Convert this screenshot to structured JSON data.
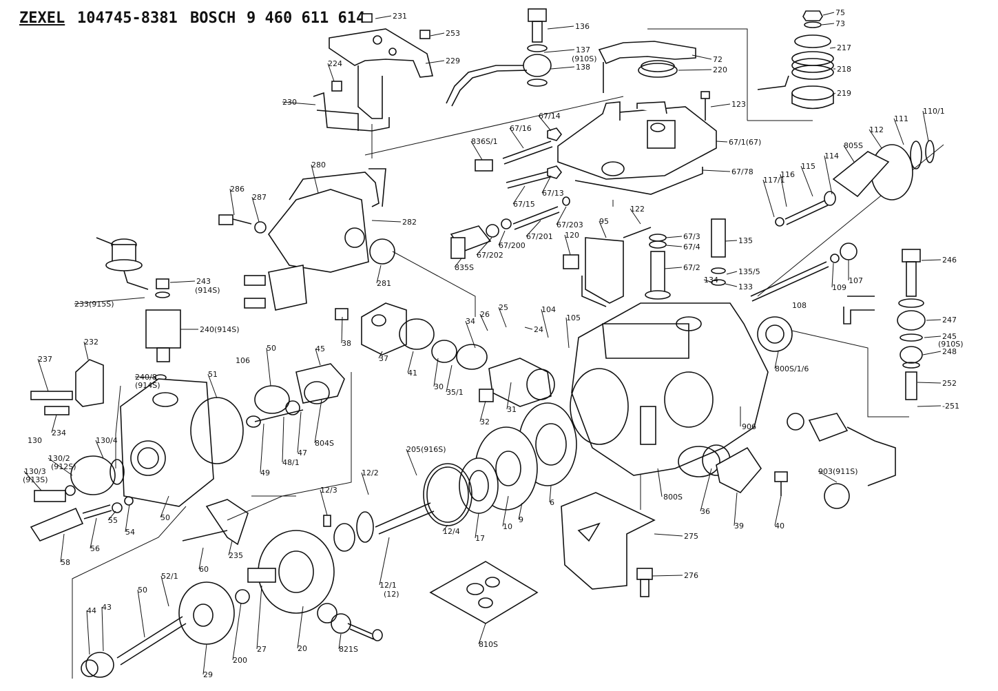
{
  "header": {
    "brand1": "ZEXEL",
    "code1": "104745-8381",
    "brand2": "BOSCH",
    "code2": "9 460 611 614"
  },
  "labels": [
    {
      "id": "231",
      "text": "231"
    },
    {
      "id": "253",
      "text": "253"
    },
    {
      "id": "229",
      "text": "229"
    },
    {
      "id": "224",
      "text": "224"
    },
    {
      "id": "230",
      "text": "230"
    },
    {
      "id": "136",
      "text": "136"
    },
    {
      "id": "137",
      "text": "137"
    },
    {
      "id": "910s",
      "text": "(910S)"
    },
    {
      "id": "138",
      "text": "138"
    },
    {
      "id": "72",
      "text": "72"
    },
    {
      "id": "220",
      "text": "220"
    },
    {
      "id": "75",
      "text": "75"
    },
    {
      "id": "73",
      "text": "73"
    },
    {
      "id": "217",
      "text": "217"
    },
    {
      "id": "218",
      "text": "218"
    },
    {
      "id": "219",
      "text": "219"
    },
    {
      "id": "123",
      "text": "123"
    },
    {
      "id": "67_14",
      "text": "67/14"
    },
    {
      "id": "67_16",
      "text": "67/16"
    },
    {
      "id": "836s1",
      "text": "836S/1"
    },
    {
      "id": "67_1",
      "text": "67/1(67)"
    },
    {
      "id": "67_78",
      "text": "67/78"
    },
    {
      "id": "67_15",
      "text": "67/15"
    },
    {
      "id": "67_13",
      "text": "67/13"
    },
    {
      "id": "280",
      "text": "280"
    },
    {
      "id": "286",
      "text": "286"
    },
    {
      "id": "287",
      "text": "287"
    },
    {
      "id": "282",
      "text": "282"
    },
    {
      "id": "281",
      "text": "281"
    },
    {
      "id": "67_203",
      "text": "67/203"
    },
    {
      "id": "67_201",
      "text": "67/201"
    },
    {
      "id": "67_200",
      "text": "67/200"
    },
    {
      "id": "67_202",
      "text": "67/202"
    },
    {
      "id": "835s",
      "text": "835S"
    },
    {
      "id": "95",
      "text": "95"
    },
    {
      "id": "122",
      "text": "122"
    },
    {
      "id": "120",
      "text": "120"
    },
    {
      "id": "67_3",
      "text": "67/3"
    },
    {
      "id": "67_4",
      "text": "67/4"
    },
    {
      "id": "67_2",
      "text": "67/2"
    },
    {
      "id": "135",
      "text": "135"
    },
    {
      "id": "135_5",
      "text": "135/5"
    },
    {
      "id": "134",
      "text": "134"
    },
    {
      "id": "133",
      "text": "133"
    },
    {
      "id": "112",
      "text": "112"
    },
    {
      "id": "111",
      "text": "111"
    },
    {
      "id": "110_1",
      "text": "110/1"
    },
    {
      "id": "805s",
      "text": "805S"
    },
    {
      "id": "115",
      "text": "115"
    },
    {
      "id": "114",
      "text": "114"
    },
    {
      "id": "116",
      "text": "116"
    },
    {
      "id": "117_1",
      "text": "117/1"
    },
    {
      "id": "109",
      "text": "109"
    },
    {
      "id": "107",
      "text": "107"
    },
    {
      "id": "246",
      "text": "246"
    },
    {
      "id": "108",
      "text": "108"
    },
    {
      "id": "247",
      "text": "247"
    },
    {
      "id": "245",
      "text": "245"
    },
    {
      "id": "910s_b",
      "text": "(910S)"
    },
    {
      "id": "248",
      "text": "248"
    },
    {
      "id": "252",
      "text": "252"
    },
    {
      "id": "251",
      "text": "-251"
    },
    {
      "id": "243",
      "text": "243"
    },
    {
      "id": "914s_a",
      "text": "(914S)"
    },
    {
      "id": "233",
      "text": "233(915S)"
    },
    {
      "id": "240",
      "text": "240(914S)"
    },
    {
      "id": "240_8",
      "text": "240/8"
    },
    {
      "id": "914s_b",
      "text": "(914S)"
    },
    {
      "id": "232",
      "text": "232"
    },
    {
      "id": "237",
      "text": "237"
    },
    {
      "id": "234",
      "text": "234"
    },
    {
      "id": "106",
      "text": "106"
    },
    {
      "id": "51",
      "text": "51"
    },
    {
      "id": "50a",
      "text": "50"
    },
    {
      "id": "45",
      "text": "45"
    },
    {
      "id": "38",
      "text": "38"
    },
    {
      "id": "37",
      "text": "37"
    },
    {
      "id": "41",
      "text": "41"
    },
    {
      "id": "30",
      "text": "30"
    },
    {
      "id": "35_1",
      "text": "35/1"
    },
    {
      "id": "34",
      "text": "34"
    },
    {
      "id": "26",
      "text": "26"
    },
    {
      "id": "25",
      "text": "25"
    },
    {
      "id": "24",
      "text": "24"
    },
    {
      "id": "104",
      "text": "104"
    },
    {
      "id": "105",
      "text": "105"
    },
    {
      "id": "800s_1_6",
      "text": "800S/1/6"
    },
    {
      "id": "130",
      "text": "130"
    },
    {
      "id": "130_4",
      "text": "130/4"
    },
    {
      "id": "130_2",
      "text": "130/2"
    },
    {
      "id": "912s",
      "text": "(912S)"
    },
    {
      "id": "130_3",
      "text": "130/3"
    },
    {
      "id": "913s",
      "text": "(913S)"
    },
    {
      "id": "49",
      "text": "49"
    },
    {
      "id": "48_1",
      "text": "48/1"
    },
    {
      "id": "47",
      "text": "47"
    },
    {
      "id": "804s",
      "text": "804S"
    },
    {
      "id": "32",
      "text": "32"
    },
    {
      "id": "31",
      "text": "31"
    },
    {
      "id": "906",
      "text": "906"
    },
    {
      "id": "50b",
      "text": "50"
    },
    {
      "id": "54",
      "text": "54"
    },
    {
      "id": "55",
      "text": "55"
    },
    {
      "id": "56",
      "text": "56"
    },
    {
      "id": "58",
      "text": "58"
    },
    {
      "id": "235",
      "text": "235"
    },
    {
      "id": "60",
      "text": "60"
    },
    {
      "id": "12_2",
      "text": "12/2"
    },
    {
      "id": "205",
      "text": "205(916S)"
    },
    {
      "id": "12_3",
      "text": "12/3"
    },
    {
      "id": "17",
      "text": "17"
    },
    {
      "id": "10",
      "text": "10"
    },
    {
      "id": "9",
      "text": "9"
    },
    {
      "id": "6",
      "text": "6"
    },
    {
      "id": "12_4",
      "text": "12/4"
    },
    {
      "id": "800s",
      "text": "800S"
    },
    {
      "id": "36",
      "text": "36"
    },
    {
      "id": "39",
      "text": "39"
    },
    {
      "id": "40",
      "text": "40"
    },
    {
      "id": "903",
      "text": "903(911S)"
    },
    {
      "id": "275",
      "text": "275"
    },
    {
      "id": "276",
      "text": "276"
    },
    {
      "id": "12_1",
      "text": "12/1"
    },
    {
      "id": "12",
      "text": "(12)"
    },
    {
      "id": "52_1",
      "text": "52/1"
    },
    {
      "id": "50c",
      "text": "50"
    },
    {
      "id": "44",
      "text": "44"
    },
    {
      "id": "43",
      "text": "43"
    },
    {
      "id": "29",
      "text": "29"
    },
    {
      "id": "200",
      "text": "200"
    },
    {
      "id": "27",
      "text": "27"
    },
    {
      "id": "20",
      "text": "20"
    },
    {
      "id": "821s",
      "text": "821S"
    },
    {
      "id": "810s",
      "text": "810S"
    }
  ]
}
